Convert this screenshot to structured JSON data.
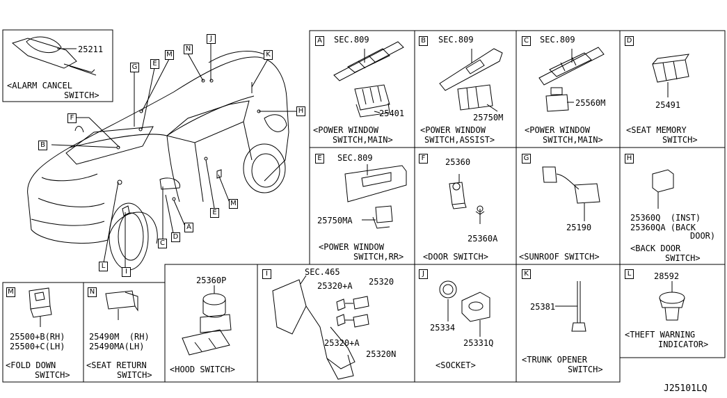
{
  "alarm": {
    "part": "25211",
    "caption1": "<ALARM CANCEL",
    "caption2": "SWITCH>"
  },
  "car_callouts": {
    "A": "A",
    "B": "B",
    "C": "C",
    "D": "D",
    "E1": "E",
    "E2": "E",
    "F": "F",
    "G": "G",
    "H": "H",
    "I": "I",
    "J": "J",
    "K": "K",
    "L": "L",
    "M1": "M",
    "M2": "M",
    "N": "N"
  },
  "panels": {
    "A": {
      "letter": "A",
      "sec": "SEC.809",
      "part": "25401",
      "caption1": "<POWER WINDOW",
      "caption2": "SWITCH,MAIN>"
    },
    "B": {
      "letter": "B",
      "sec": "SEC.809",
      "part": "25750M",
      "caption1": "<POWER WINDOW",
      "caption2": "SWITCH,ASSIST>"
    },
    "C": {
      "letter": "C",
      "sec": "SEC.809",
      "part": "25560M",
      "caption1": "<POWER WINDOW",
      "caption2": "SWITCH,MAIN>"
    },
    "D": {
      "letter": "D",
      "part": "25491",
      "caption1": "<SEAT MEMORY",
      "caption2": "SWITCH>"
    },
    "E": {
      "letter": "E",
      "sec": "SEC.809",
      "part": "25750MA",
      "caption1": "<POWER WINDOW",
      "caption2": "SWITCH,RR>"
    },
    "F": {
      "letter": "F",
      "part1": "25360",
      "part2": "25360A",
      "caption1": "<DOOR SWITCH>"
    },
    "G": {
      "letter": "G",
      "part": "25190",
      "caption1": "<SUNROOF SWITCH>"
    },
    "H": {
      "letter": "H",
      "part1": "25360Q  (INST)",
      "part2": "25360QA (BACK",
      "part3": "DOOR)",
      "caption1": "<BACK DOOR",
      "caption2": "SWITCH>"
    },
    "M": {
      "letter": "M",
      "part1": "25500+B(RH)",
      "part2": "25500+C(LH)",
      "caption1": "<FOLD DOWN",
      "caption2": "SWITCH>"
    },
    "N": {
      "letter": "N",
      "part1": "25490M  (RH)",
      "part2": "25490MA(LH)",
      "caption1": "<SEAT RETURN",
      "caption2": "SWITCH>"
    },
    "HOOD": {
      "part": "25360P",
      "caption1": "<HOOD SWITCH>"
    },
    "I": {
      "letter": "I",
      "sec": "SEC.465",
      "part1": "25320+A",
      "part2": "25320",
      "part3": "25320+A",
      "part4": "25320N"
    },
    "J": {
      "letter": "J",
      "part1": "25334",
      "part2": "25331Q",
      "caption1": "<SOCKET>"
    },
    "K": {
      "letter": "K",
      "part": "25381",
      "caption1": "<TRUNK OPENER",
      "caption2": "SWITCH>"
    },
    "L": {
      "letter": "L",
      "part": "28592",
      "caption1": "<THEFT WARNING",
      "caption2": "INDICATOR>"
    }
  },
  "drawing_code": "J25101LQ"
}
